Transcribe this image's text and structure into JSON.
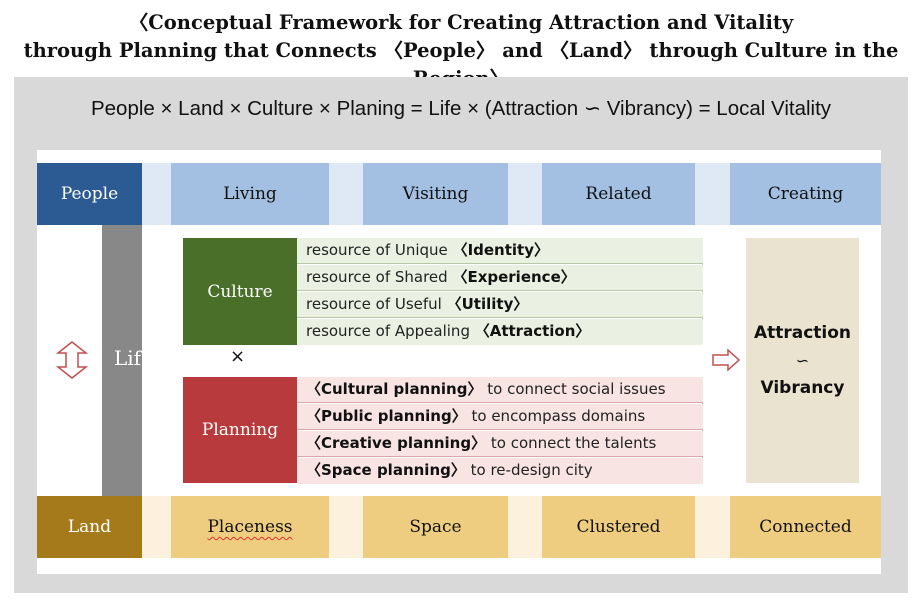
{
  "title": {
    "line1": "〈Conceptual Framework for Creating Attraction and Vitality",
    "line2": "through Planning that Connects 〈People〉 and 〈Land〉 through Culture in the Region〉"
  },
  "formula": "People × Land × Culture × Planing = Life × (Attraction ∽ Vibrancy) = Local Vitality",
  "people_row": {
    "label": "People",
    "items": [
      "Living",
      "Visiting",
      "Related",
      "Creating"
    ]
  },
  "land_row": {
    "label": "Land",
    "items": [
      "Placeness",
      "Space",
      "Clustered",
      "Connected"
    ]
  },
  "life": "Life",
  "culture": {
    "label": "Culture",
    "rows": [
      {
        "prefix": "resource  of  Unique ",
        "key": "〈Identity〉"
      },
      {
        "prefix": "resource  of  Shared ",
        "key": "〈Experience〉"
      },
      {
        "prefix": "resource  of  Useful ",
        "key": "〈Utility〉"
      },
      {
        "prefix": "resource  of  Appealing ",
        "key": "〈Attraction〉"
      }
    ]
  },
  "times_symbol": "×",
  "planning": {
    "label": "Planning",
    "rows": [
      {
        "key": "〈Cultural planning〉",
        "suffix": " to  connect  social  issues"
      },
      {
        "key": "〈Public planning〉",
        "suffix": " to  encompass  domains"
      },
      {
        "key": "〈Creative planning〉",
        "suffix": " to  connect  the  talents"
      },
      {
        "key": "〈Space planning〉",
        "suffix": " to  re-design  city"
      }
    ]
  },
  "outcome": {
    "top": "Attraction",
    "connector": "∽",
    "bottom": "Vibrancy"
  },
  "icons": {
    "updown": "double-headed-vertical-arrow-icon",
    "right": "hollow-right-arrow-icon"
  },
  "colors": {
    "people": "#2c5a93",
    "people_items": "#a3c0e2",
    "land": "#a57a1a",
    "land_items": "#efcd80",
    "life": "#888888",
    "culture": "#4a6f29",
    "planning": "#b93a3c",
    "outcome": "#e9e3cf",
    "arrow": "#c0504d"
  }
}
